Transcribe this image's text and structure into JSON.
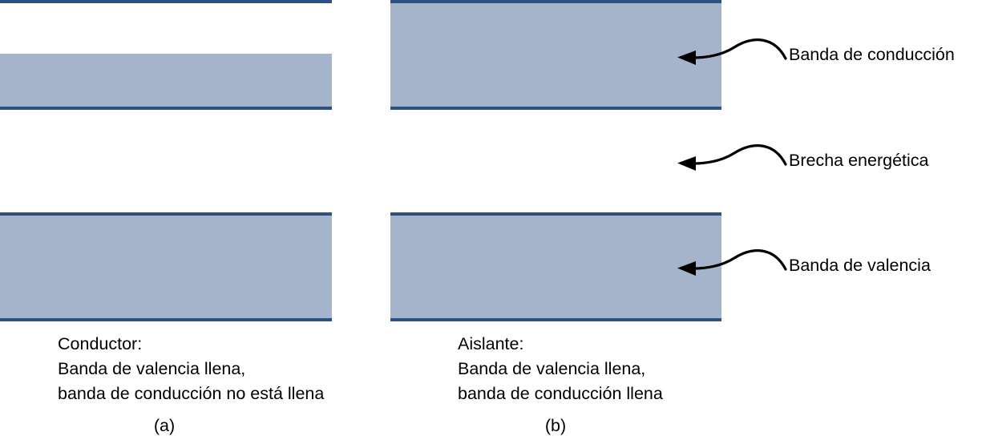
{
  "figure": {
    "colors": {
      "band_fill": "#a5b4ca",
      "band_border": "#2c5182",
      "background": "#ffffff",
      "text": "#000000",
      "arrow": "#000000"
    }
  },
  "panels": [
    {
      "letter": "(a)",
      "caption_lines": [
        "Conductor:",
        "Banda de valencia llena,",
        "banda de conducción no está llena"
      ],
      "bands": [
        {
          "name": "conduction-band",
          "fill_state": "partial"
        },
        {
          "name": "valence-band",
          "fill_state": "full"
        }
      ]
    },
    {
      "letter": "(b)",
      "caption_lines": [
        "Aislante:",
        "Banda de valencia llena,",
        "banda de conducción llena"
      ],
      "bands": [
        {
          "name": "conduction-band",
          "fill_state": "full"
        },
        {
          "name": "valence-band",
          "fill_state": "full"
        }
      ]
    }
  ],
  "annotations": [
    {
      "name": "conduction-band-label",
      "text": "Banda de conducción"
    },
    {
      "name": "energy-gap-label",
      "text": "Brecha energética"
    },
    {
      "name": "valence-band-label",
      "text": "Banda de valencia"
    }
  ]
}
